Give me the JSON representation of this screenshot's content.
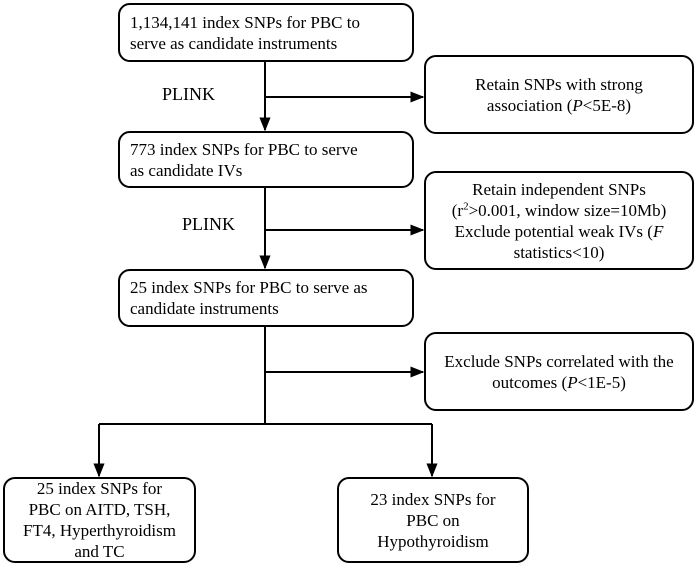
{
  "steps": [
    {
      "lines": [
        "1,134,141 index SNPs for PBC to",
        "serve as candidate instruments"
      ]
    },
    {
      "lines": [
        "773 index SNPs for PBC to serve",
        "as candidate IVs"
      ]
    },
    {
      "lines": [
        "25 index SNPs for PBC to serve as",
        "candidate instruments"
      ]
    }
  ],
  "filters": {
    "f1": {
      "line1": "Retain SNPs with strong",
      "line2_pre": "association (",
      "line2_italic": "P",
      "line2_post": "<5E-8)"
    },
    "f2": {
      "line1": "Retain independent SNPs",
      "line2_pre": "(r",
      "line2_sup": "2",
      "line2_post": ">0.001, window size=10Mb)",
      "line3_pre": "Exclude potential weak IVs (",
      "line3_italic": "F",
      "line4": "statistics<10)"
    },
    "f3": {
      "line1": "Exclude SNPs correlated with the",
      "line2_pre": "outcomes (",
      "line2_italic": "P",
      "line2_post": "<1E-5)"
    }
  },
  "tool_labels": [
    "PLINK",
    "PLINK"
  ],
  "outputs": {
    "left": [
      "25 index SNPs for",
      "PBC on AITD, TSH,",
      "FT4, Hyperthyroidism",
      "and TC"
    ],
    "right": [
      "23 index SNPs for",
      "PBC on",
      "Hypothyroidism"
    ]
  }
}
